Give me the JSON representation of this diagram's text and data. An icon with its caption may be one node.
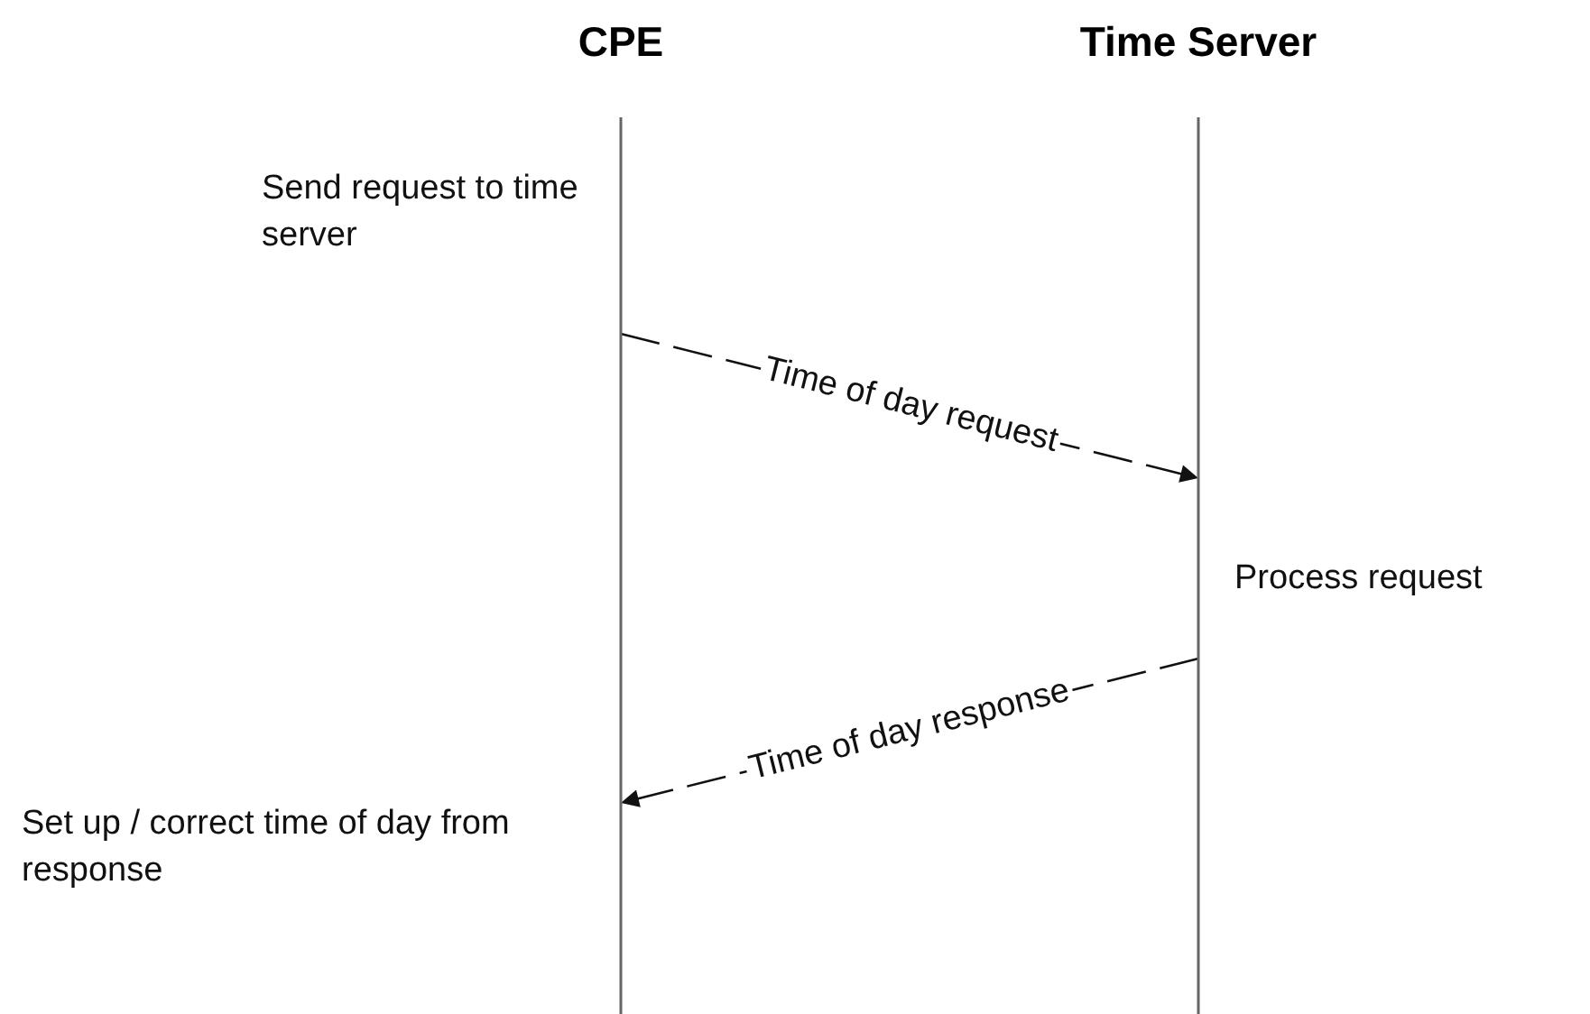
{
  "diagram": {
    "nodes": [
      {
        "text": [
          "CPE"
        ]
      },
      {
        "text": [
          "Time Server"
        ]
      }
    ],
    "edges": [
      {
        "from": 0,
        "to": 1,
        "arrow": "to",
        "label": "Time of day request",
        "style": "dashed"
      },
      {
        "from": 1,
        "to": 0,
        "arrow": "to",
        "label": "Time of day response",
        "style": "dashed"
      }
    ],
    "labels": [
      "Send request to time server",
      "Process request",
      "Set up / correct time of day from response"
    ]
  }
}
